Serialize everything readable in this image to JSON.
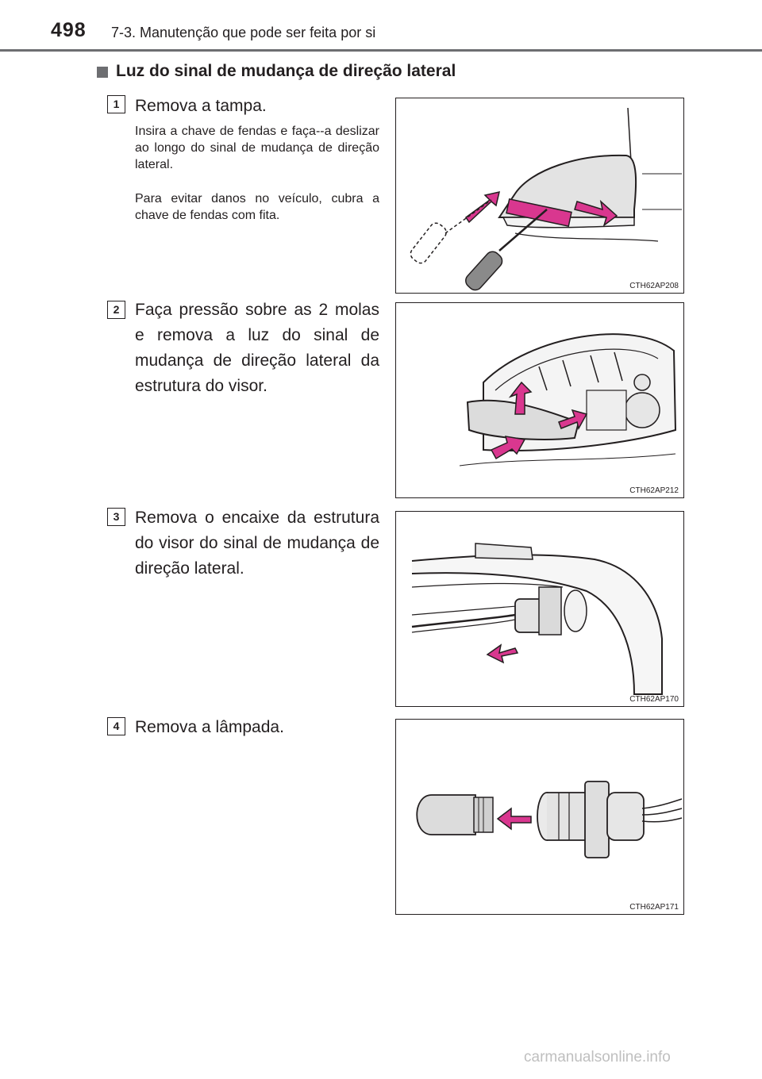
{
  "header": {
    "page_number": "498",
    "title": "7-3. Manutenção que pode ser feita por si"
  },
  "section": {
    "title": "Luz do sinal de mudança de direção lateral"
  },
  "steps": [
    {
      "number": "1",
      "text": "Remova a tampa.",
      "notes": [
        "Insira a chave de fendas e faça--a deslizar ao longo do sinal de mudança de direção lateral.",
        "Para evitar danos no veículo, cubra a chave de fendas com fita."
      ],
      "figure_code": "CTH62AP208"
    },
    {
      "number": "2",
      "text": "Faça pressão sobre as 2 molas e remova a luz do sinal de mudança de direção lateral da estrutura do visor.",
      "figure_code": "CTH62AP212"
    },
    {
      "number": "3",
      "text": "Remova o encaixe da estrutura do visor do sinal de mudança de direção lateral.",
      "figure_code": "CTH62AP170"
    },
    {
      "number": "4",
      "text": "Remova a lâmpada.",
      "figure_code": "CTH62AP171"
    }
  ],
  "watermark": "carmanualsonline.info",
  "colors": {
    "arrow_fill": "#d9378f",
    "part_gray": "#dcdcdc",
    "rule_gray": "#6d6e71"
  }
}
